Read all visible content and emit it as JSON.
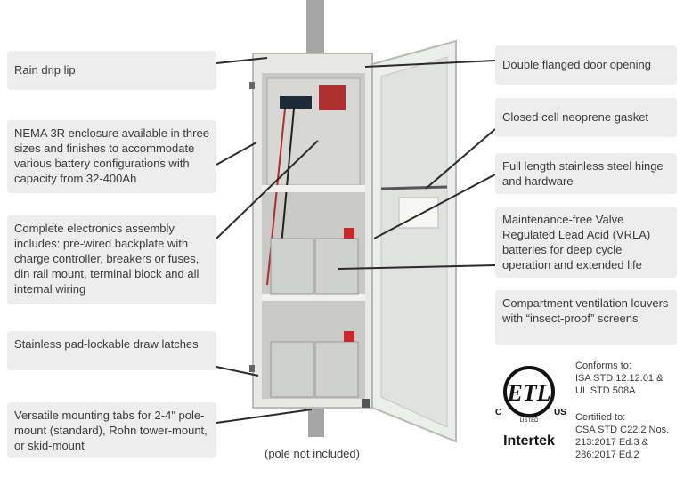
{
  "callouts_left": [
    {
      "id": "rain-drip-lip",
      "text": "Rain drip lip"
    },
    {
      "id": "nema-enclosure",
      "text": "NEMA 3R enclosure available in three sizes and finishes to accommodate various battery configurations with capacity from 32-400Ah"
    },
    {
      "id": "electronics-assembly",
      "text": "Complete electronics assembly includes: pre-wired backplate with charge controller, breakers or fuses, din rail mount, terminal block and all internal wiring"
    },
    {
      "id": "draw-latches",
      "text": "Stainless pad-lockable draw latches"
    },
    {
      "id": "mounting-tabs",
      "text": "Versatile mounting tabs for 2-4\" pole-mount (standard), Rohn tower-mount, or skid-mount"
    }
  ],
  "callouts_right": [
    {
      "id": "door-opening",
      "text": "Double flanged door opening"
    },
    {
      "id": "neoprene-gasket",
      "text": "Closed cell neoprene gasket"
    },
    {
      "id": "steel-hinge",
      "text": "Full length stainless steel hinge and hardware"
    },
    {
      "id": "vrla-batteries",
      "text": "Maintenance-free Valve Regulated Lead Acid (VRLA) batteries for deep cycle operation and extended life"
    },
    {
      "id": "ventilation",
      "text": "Compartment ventilation louvers with “insect-proof” screens"
    }
  ],
  "pole_caption": "(pole not included)",
  "cert": {
    "logo_text": "ETL",
    "logo_c": "C",
    "logo_us": "US",
    "logo_listed": "LISTED",
    "brand": "Intertek",
    "conforms_title": "Conforms to:",
    "conforms_lines": [
      "ISA STD 12.12.01 &",
      "UL STD 508A"
    ],
    "certified_title": "Certified to:",
    "certified_lines": [
      "CSA STD C22.2 Nos.",
      "213:2017 Ed.3 &",
      "286:2017 Ed.2"
    ]
  },
  "colors": {
    "callout_bg": "#ededee",
    "leader": "#2b2b2b",
    "cabinet": "#e6e7e4",
    "pole": "#9a9c9a"
  }
}
